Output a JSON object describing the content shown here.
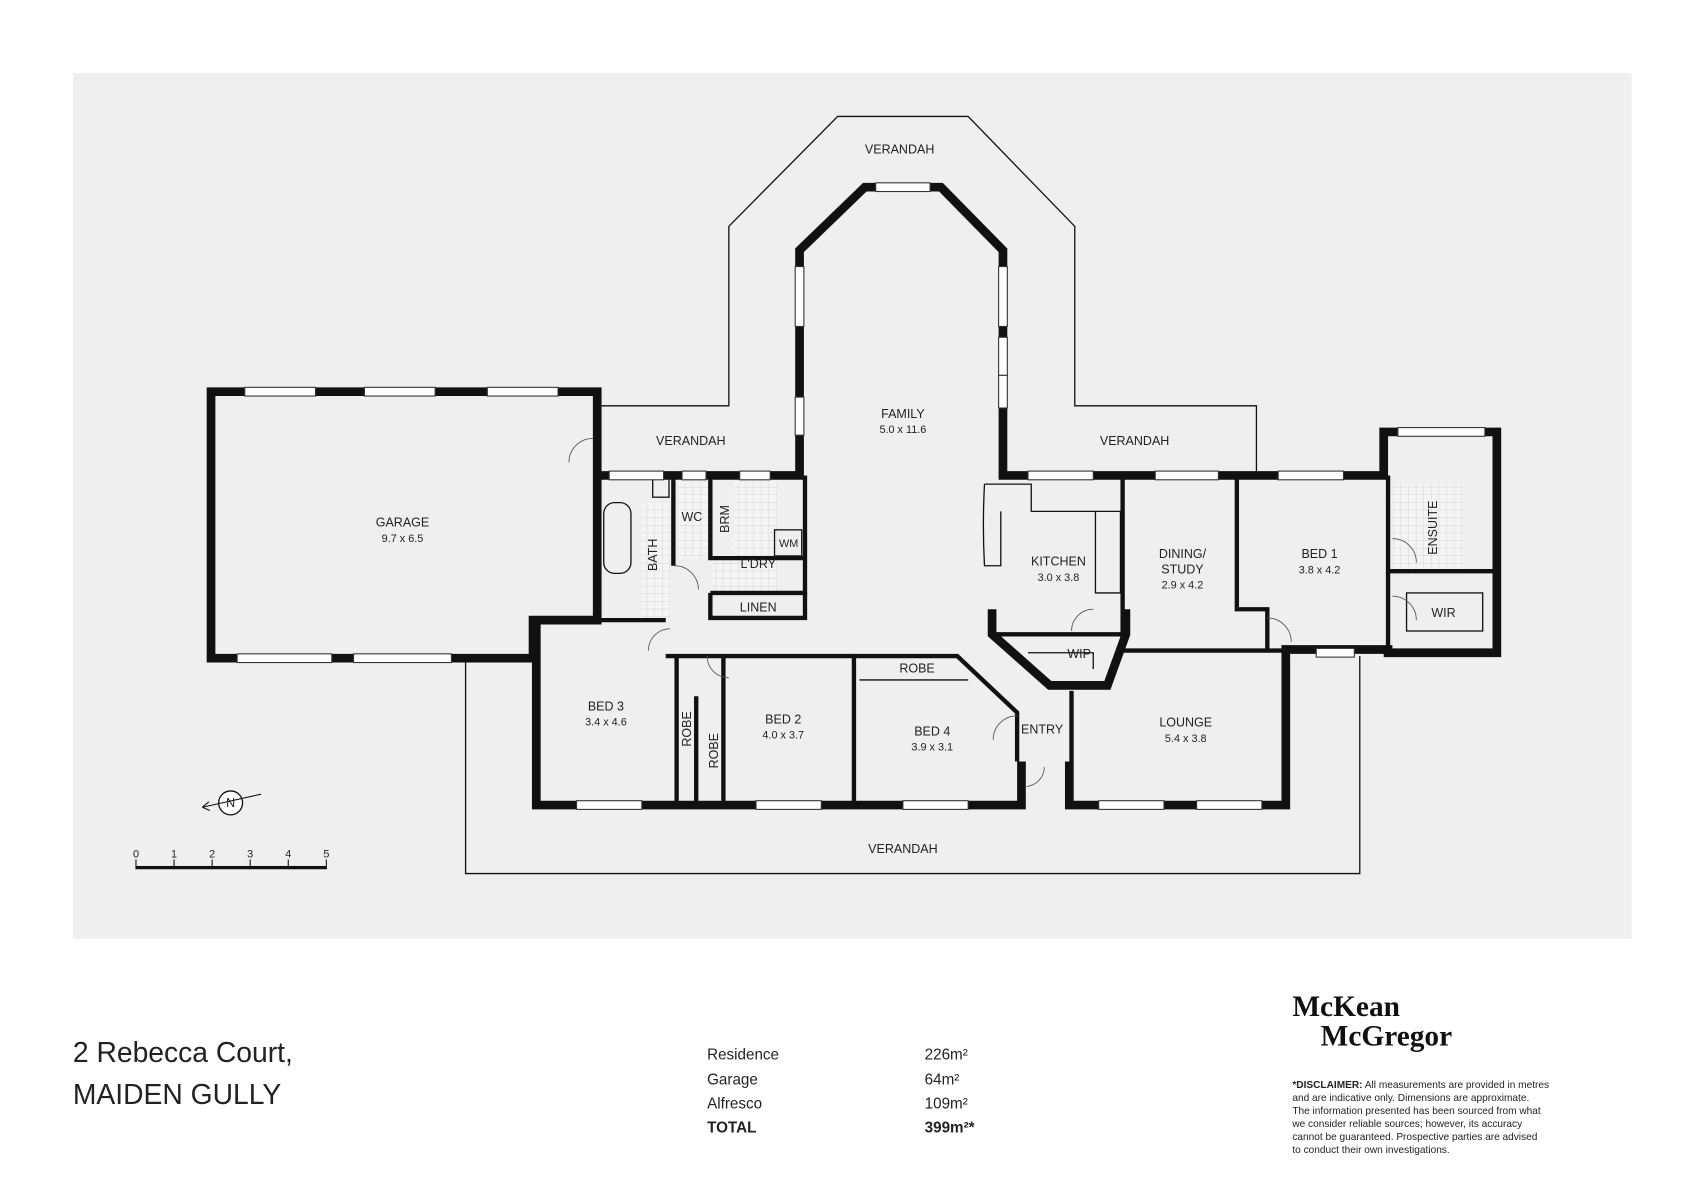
{
  "plan": {
    "rooms": [
      {
        "name": "GARAGE",
        "dims": "9.7 x 6.5"
      },
      {
        "name": "FAMILY",
        "dims": "5.0 x 11.6"
      },
      {
        "name": "KITCHEN",
        "dims": "3.0 x 3.8"
      },
      {
        "name": "DINING/",
        "name2": "STUDY",
        "dims": "2.9 x 4.2"
      },
      {
        "name": "BED 1",
        "dims": "3.8 x 4.2"
      },
      {
        "name": "BED 3",
        "dims": "3.4 x 4.6"
      },
      {
        "name": "BED 2",
        "dims": "4.0 x 3.7"
      },
      {
        "name": "BED 4",
        "dims": "3.9 x 3.1"
      },
      {
        "name": "LOUNGE",
        "dims": "5.4 x 3.8"
      }
    ],
    "labels": {
      "verandah": "VERANDAH",
      "bath": "BATH",
      "wc": "WC",
      "brm": "BRM",
      "wm": "WM",
      "ldry": "L'DRY",
      "linen": "LINEN",
      "ensuite": "ENSUITE",
      "wir": "WIR",
      "wip": "WIP",
      "robe": "ROBE",
      "entry": "ENTRY"
    },
    "north_label": "N",
    "scale_ticks": [
      "0",
      "1",
      "2",
      "3",
      "4",
      "5"
    ]
  },
  "footer": {
    "address_line1": "2 Rebecca Court,",
    "address_line2": "MAIDEN GULLY",
    "areas": [
      {
        "label": "Residence",
        "value": "226m²"
      },
      {
        "label": "Garage",
        "value": "64m²"
      },
      {
        "label": "Alfresco",
        "value": "109m²"
      }
    ],
    "total": {
      "label": "TOTAL",
      "value": "399m²*"
    },
    "logo_line1": "McKean",
    "logo_line2": "McGregor",
    "disclaimer_heading": "*DISCLAIMER:",
    "disclaimer_lines": [
      " All measurements are provided in metres",
      "and are indicative only. Dimensions are approximate.",
      "The information presented has been sourced from what",
      "we consider reliable sources; however, its accuracy",
      "cannot be guaranteed. Prospective parties are advised",
      "to conduct their own investigations."
    ]
  },
  "colors": {
    "background": "#efefef",
    "walls": "#111111",
    "page": "#ffffff"
  }
}
